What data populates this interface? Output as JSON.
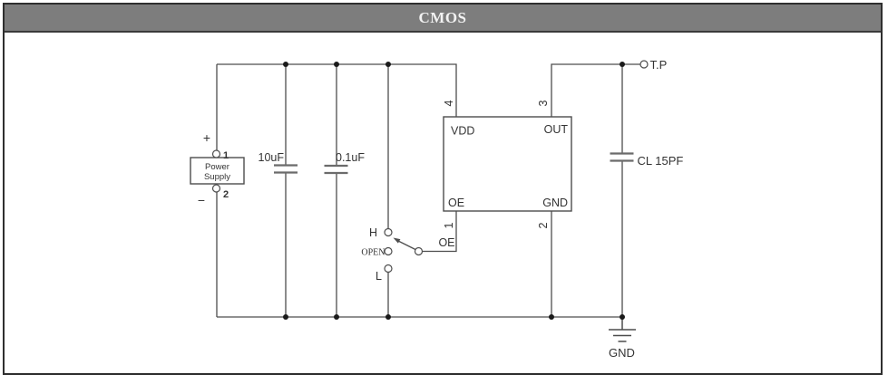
{
  "title": "CMOS",
  "power_supply": {
    "name_line1": "Power",
    "name_line2": "Supply",
    "pin1": "1",
    "pin2": "2",
    "polarity_plus": "+",
    "polarity_minus": "−"
  },
  "capacitors": {
    "c1_value": "10uF",
    "c2_value": "0.1uF",
    "load_value": "CL 15PF"
  },
  "ic": {
    "pin_vdd_label": "VDD",
    "pin_out_label": "OUT",
    "pin_oe_label": "OE",
    "pin_gnd_label": "GND",
    "pin_vdd_number": "4",
    "pin_out_number": "3",
    "pin_oe_number": "1",
    "pin_gnd_number": "2"
  },
  "switch": {
    "pos_high": "H",
    "pos_open": "OPEN",
    "pos_low": "L",
    "net_label": "OE"
  },
  "test_point_label": "T.P",
  "ground_label": "GND",
  "colors": {
    "title_bar_bg": "#7d7d7d",
    "title_text": "#f2f2f2",
    "wire": "#4d4d4d",
    "capacitor_plate": "#6b6b6b",
    "junction": "#1a1a1a",
    "label_text": "#333333"
  }
}
